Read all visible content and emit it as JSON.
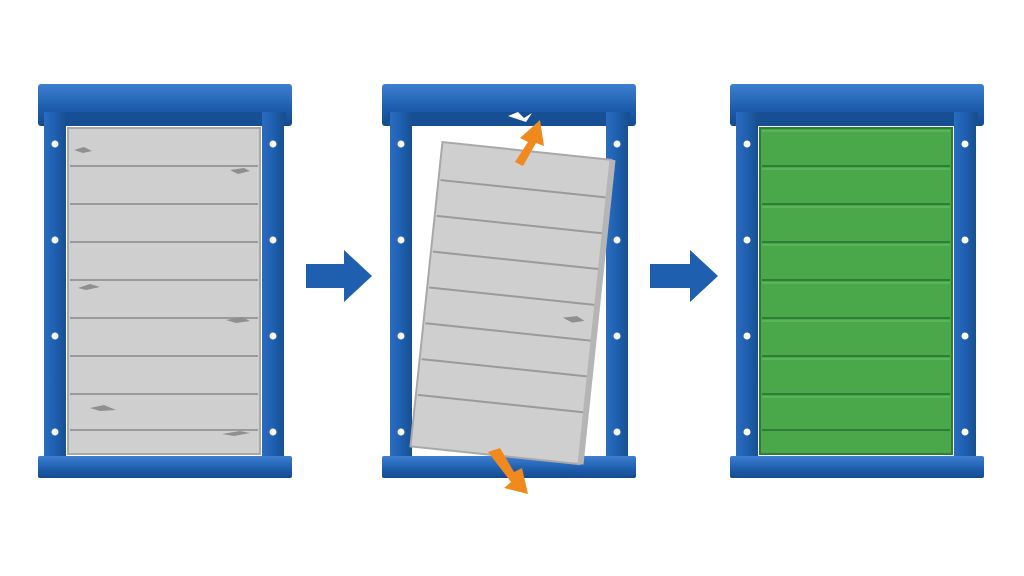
{
  "diagram": {
    "steps": [
      {
        "id": "damaged-panel",
        "state": "worn",
        "panel_rows": 8
      },
      {
        "id": "panel-removal",
        "state": "removed",
        "panel_rows": 8
      },
      {
        "id": "new-panel-installed",
        "state": "new",
        "panel_rows": 8
      }
    ],
    "connectors": [
      {
        "from": "damaged-panel",
        "to": "panel-removal",
        "icon": "arrow-right-icon"
      },
      {
        "from": "panel-removal",
        "to": "new-panel-installed",
        "icon": "arrow-right-icon"
      }
    ],
    "colors": {
      "frame": "#1f5fb0",
      "frame_dark": "#154a8c",
      "frame_highlight": "#3d7fd0",
      "old_panel": "#cfcfcf",
      "old_panel_line": "#9a9a9a",
      "new_panel": "#4aa84a",
      "new_panel_line": "#2e7d32",
      "motion_arrow": "#f08a1e",
      "step_arrow": "#1f5fb0"
    }
  }
}
